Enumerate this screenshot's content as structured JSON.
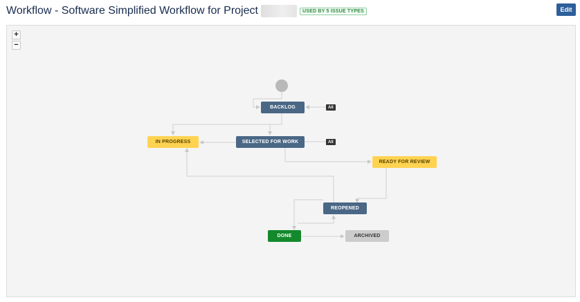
{
  "header": {
    "title": "Workflow - Software Simplified Workflow for Project",
    "badge": "USED BY 5 ISSUE TYPES",
    "edit_label": "Edit"
  },
  "zoom": {
    "in_label": "+",
    "out_label": "−"
  },
  "statuses": {
    "backlog": "BACKLOG",
    "in_progress": "IN PROGRESS",
    "selected_for_work": "SELECTED FOR WORK",
    "ready_for_review": "READY FOR REVIEW",
    "reopened": "REOPENED",
    "done": "DONE",
    "archived": "ARCHIVED"
  },
  "global_transition_label": "All",
  "colors": {
    "status_todo": "#4a6785",
    "status_in_progress": "#ffd351",
    "status_done": "#14892c",
    "status_archived": "#cccccc",
    "edit_button": "#2d5f9a",
    "connector": "#c8c8c8"
  }
}
